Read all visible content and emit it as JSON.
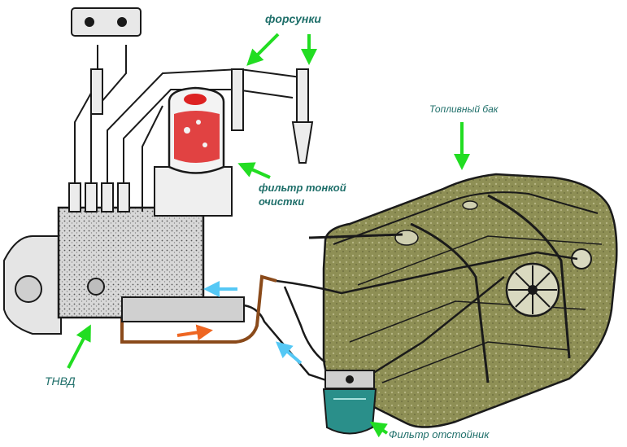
{
  "labels": {
    "injectors": "форсунки",
    "fuel_tank": "Топливный бак",
    "fine_filter_line1": "фильтр тонкой",
    "fine_filter_line2": "очистки",
    "injection_pump": "ТНВД",
    "sediment_filter": "Фильтр отстойник"
  },
  "colors": {
    "label_text": "#1f6f6a",
    "pointer_arrow": "#22dd22",
    "return_flow_arrow": "#55c8f5",
    "supply_flow_arrow": "#ee6622",
    "return_pipe": "#8a4a1a",
    "tank_fill": "#8e8f55",
    "filter_highlight": "#dd2222",
    "sediment_bowl": "#2a8f8a",
    "line_art": "#1a1a1a"
  }
}
